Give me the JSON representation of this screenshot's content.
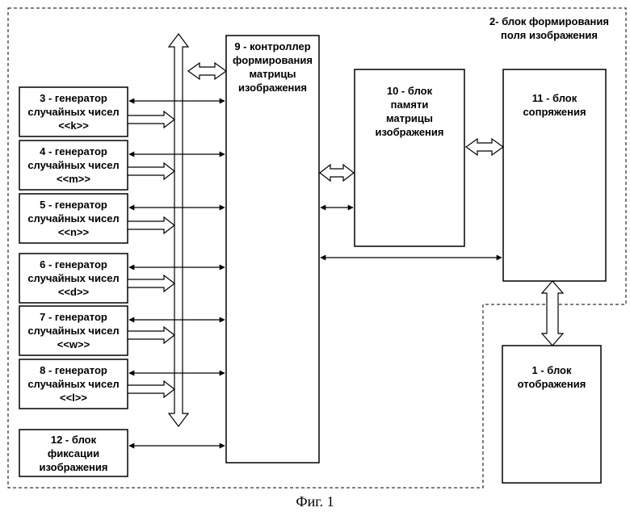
{
  "figure": {
    "caption": "Фиг. 1",
    "region_label": "2- блок формирования\nполя изображения",
    "blocks": {
      "gen_k": "3 - генератор\nслучайных чисел\n<<k>>",
      "gen_m": "4 - генератор\nслучайных чисел\n<<m>>",
      "gen_n": "5 - генератор\nслучайных чисел\n<<n>>",
      "gen_d": "6 - генератор\nслучайных чисел\n<<d>>",
      "gen_w": "7 - генератор\nслучайных чисел\n<<w>>",
      "gen_l": "8 - генератор\nслучайных чисел\n<<l>>",
      "fixation": "12 - блок\nфиксации\nизображения",
      "controller": "9 - контроллер\nформирования\nматрицы\nизображения",
      "memory": "10 - блок\nпамяти\nматрицы\nизображения",
      "interface": "11 - блок\nсопряжения",
      "display": "1 - блок\nотображения"
    }
  }
}
